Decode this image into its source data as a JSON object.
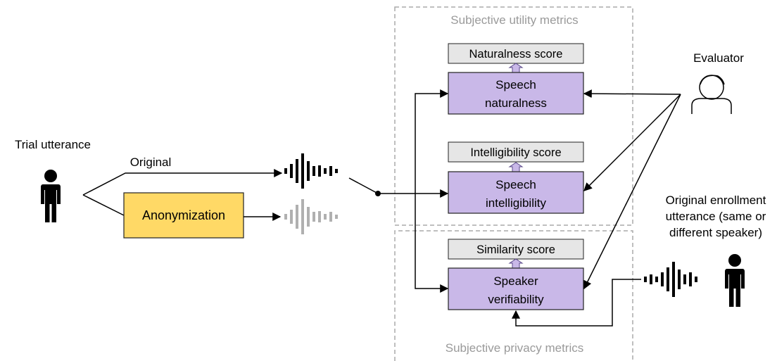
{
  "trial_label": "Trial utterance",
  "original_label": "Original",
  "anonymization_label": "Anonymization",
  "utility_group_label": "Subjective utility metrics",
  "privacy_group_label": "Subjective privacy metrics",
  "evaluator_label": "Evaluator",
  "enrollment_label": {
    "line1": "Original enrollment",
    "line2": "utterance (same or",
    "line3": "different speaker)"
  },
  "metrics": [
    {
      "score": "Naturalness score",
      "line1": "Speech",
      "line2": "naturalness"
    },
    {
      "score": "Intelligibility score",
      "line1": "Speech",
      "line2": "intelligibility"
    },
    {
      "score": "Similarity score",
      "line1": "Speaker",
      "line2": "verifiability"
    }
  ],
  "colors": {
    "anonymization_fill": "#ffd966",
    "metric_fill": "#c9b8e8",
    "metric_stroke": "#7a5fb0",
    "score_fill": "#e6e6e6",
    "waveform_original": "#000000",
    "waveform_anonymized": "#b0b0b0",
    "dashed_border": "#aaaaaa"
  },
  "icons": [
    "person-icon",
    "evaluator-icon",
    "waveform-icon"
  ]
}
